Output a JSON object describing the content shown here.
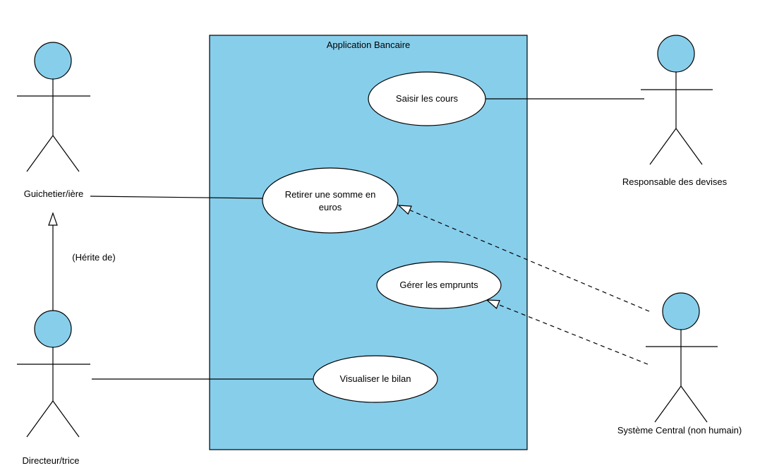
{
  "diagram": {
    "title": "Application Bancaire",
    "colors": {
      "node_fill": "#87CEEB",
      "stroke": "#000000",
      "usecase_fill": "#FFFFFF",
      "background": "#FFFFFF"
    },
    "actors": [
      {
        "name": "Guichetier/ière"
      },
      {
        "name": "Directeur/trice"
      },
      {
        "name": "Responsable des devises"
      },
      {
        "name": "Système Central (non humain)"
      }
    ],
    "use_cases": [
      {
        "label": "Saisir les cours"
      },
      {
        "line1": "Retirer une somme en",
        "line2": "euros"
      },
      {
        "label": "Gérer les emprunts"
      },
      {
        "label": "Visualiser le bilan"
      }
    ],
    "relations": {
      "inheritance_label": "(Hérite de)"
    }
  }
}
